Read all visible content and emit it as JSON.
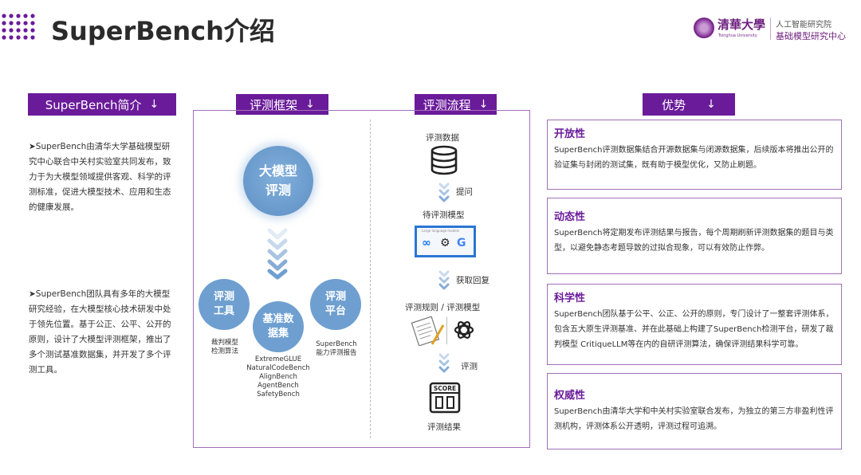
{
  "header": {
    "title": "SuperBench介绍",
    "logo": {
      "university": "清華大學",
      "university_en": "Tsinghua University",
      "institute": "人工智能研究院",
      "center": "基础模型研究中心"
    }
  },
  "colors": {
    "accent": "#6a1b9a",
    "circle": "#6e9fd0",
    "border": "#a070b8"
  },
  "intro": {
    "heading": "SuperBench简介",
    "para1": "➤SuperBench由清华大学基础模型研究中心联合中关村实验室共同发布，致力于为大模型领域提供客观、科学的评测标准，促进大模型技术、应用和生态的健康发展。",
    "para2": "➤SuperBench团队具有多年的大模型研究经验，在大模型核心技术研发中处于领先位置。基于公正、公平、公开的原则，设计了大模型评测框架，推出了多个测试基准数据集，并开发了多个评测工具。"
  },
  "framework": {
    "heading": "评测框架",
    "center_circle": [
      "大模型",
      "评测"
    ],
    "tools_circle": [
      "评测",
      "工具"
    ],
    "tools_label": [
      "裁判模型",
      "检测算法"
    ],
    "bench_circle": [
      "基准数",
      "据集"
    ],
    "bench_label": [
      "ExtremeGLUE",
      "NaturalCodeBench",
      "AlignBench",
      "AgentBench",
      "SafetyBench"
    ],
    "platform_circle": [
      "评测",
      "平台"
    ],
    "platform_label": [
      "SuperBench",
      "能力评测报告"
    ]
  },
  "flow": {
    "heading": "评测流程",
    "step_data": "评测数据",
    "side_question": "提问",
    "step_model": "待评测模型",
    "model_card_caption": "Large language models",
    "side_reply": "获取回复",
    "step_rules": "评测规则 / 评测模型",
    "side_eval": "评测",
    "score_label": "SCORE",
    "step_result": "评测结果"
  },
  "advantages": {
    "heading": "优势",
    "items": [
      {
        "title": "开放性",
        "text": "SuperBench评测数据集结合开源数据集与闭源数据集，后续版本将推出公开的验证集与封闭的测试集，既有助于模型优化，又防止刷题。"
      },
      {
        "title": "动态性",
        "text": "SuperBench将定期发布评测结果与报告，每个周期刷新评测数据集的题目与类型，以避免静态考题导致的过拟合现象，可以有效防止作弊。"
      },
      {
        "title": "科学性",
        "text": "SuperBench团队基于公平、公正、公开的原则，专门设计了一整套评测体系，包含五大原生评测基准、并在此基础上构建了SuperBench检测平台，研发了裁判模型 CritiqueLLM等在内的自研评测算法，确保评测结果科学可靠。"
      },
      {
        "title": "权威性",
        "text": "SuperBench由清华大学和中关村实验室联合发布，为独立的第三方非盈利性评测机构，评测体系公开透明，评测过程可追溯。"
      }
    ]
  },
  "icons": {
    "dots": "dot-grid-icon",
    "arrow": "arrow-down-icon",
    "chevrons": "chevron-down-icon",
    "database": "database-icon",
    "meta": "meta-icon",
    "openai": "openai-icon",
    "google": "google-icon",
    "document": "document-pen-icon",
    "scoreboard": "scoreboard-icon"
  }
}
